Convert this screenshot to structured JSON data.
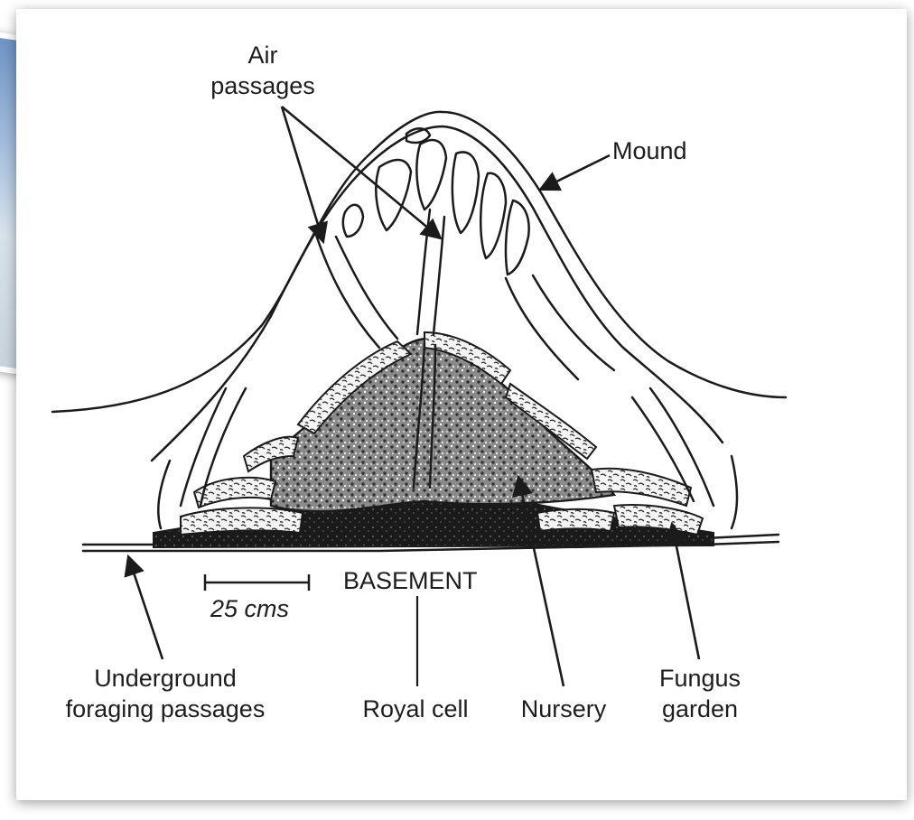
{
  "diagram": {
    "labels": {
      "air_passages_line1": "Air",
      "air_passages_line2": "passages",
      "mound": "Mound",
      "basement": "BASEMENT",
      "scale": "25 cms",
      "underground_line1": "Underground",
      "underground_line2": "foraging passages",
      "royal_cell": "Royal cell",
      "nursery": "Nursery",
      "fungus_line1": "Fungus",
      "fungus_line2": "garden"
    }
  }
}
